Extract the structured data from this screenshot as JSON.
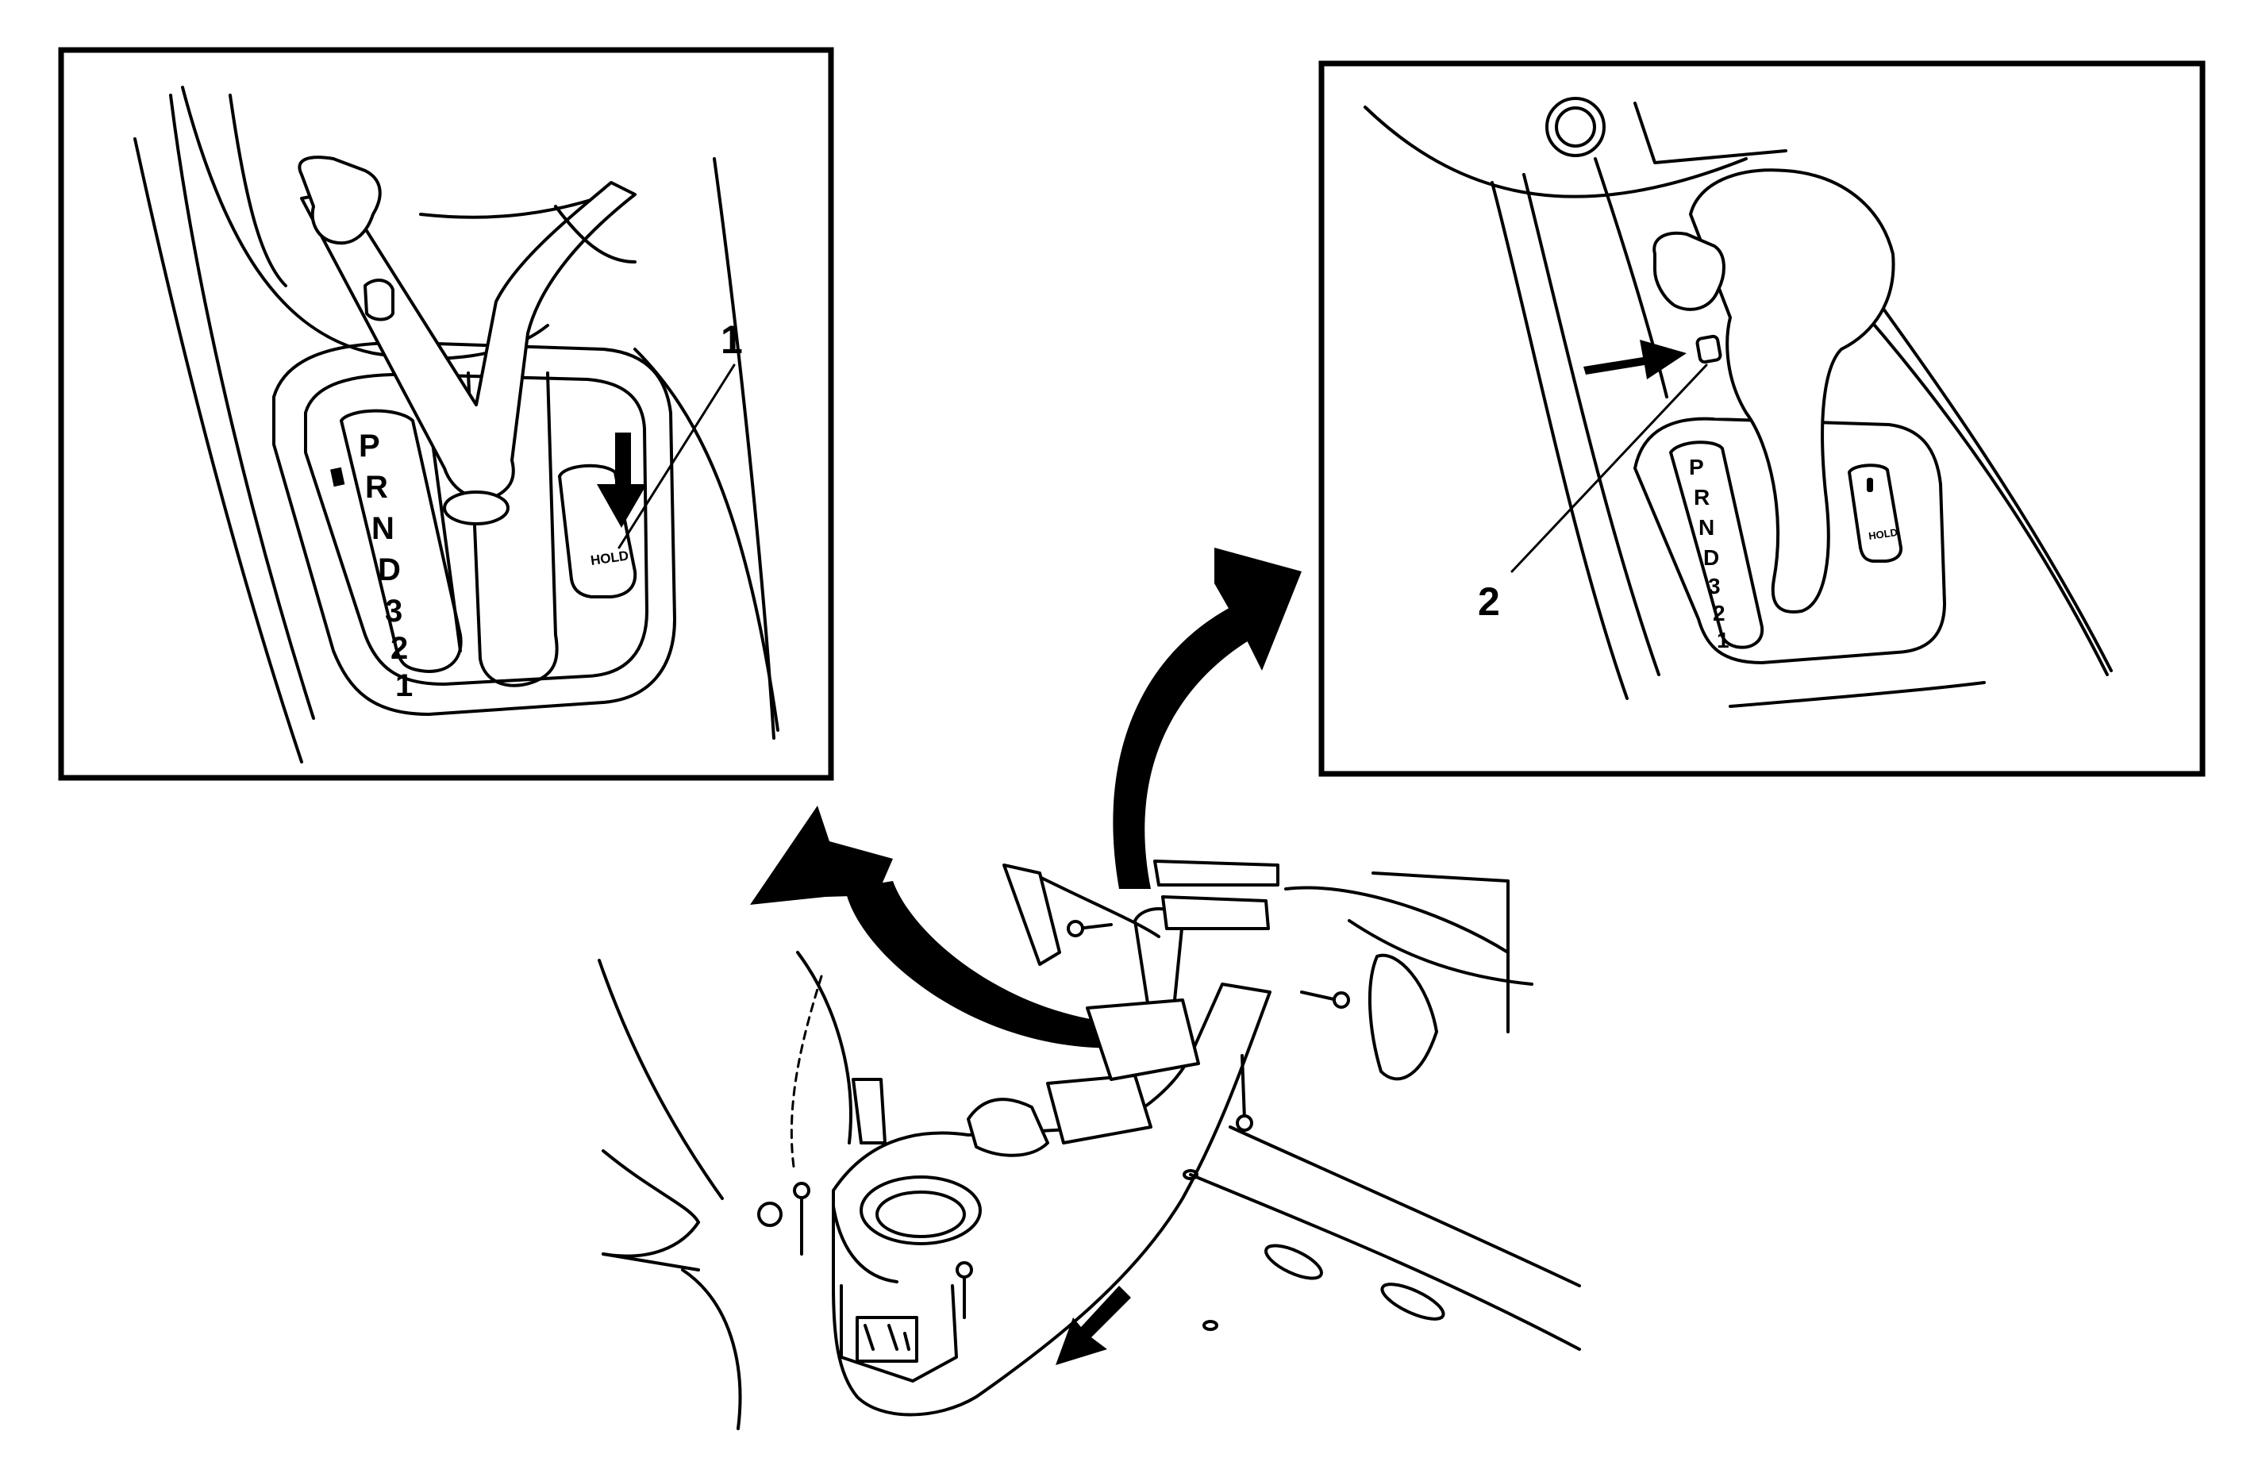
{
  "callouts": {
    "one": "1",
    "two": "2"
  },
  "gear_pattern": [
    "P",
    "R",
    "N",
    "D",
    "3",
    "2",
    "1"
  ],
  "hold_label": "HOLD",
  "colors": {
    "line": "#000000",
    "background": "#ffffff"
  },
  "icons": {
    "press_arrow": "arrow-down-icon",
    "push_arrow": "arrow-right-icon",
    "lift_arrows": "curved-arrow-icon",
    "slide_arrow": "arrow-down-left-icon"
  }
}
